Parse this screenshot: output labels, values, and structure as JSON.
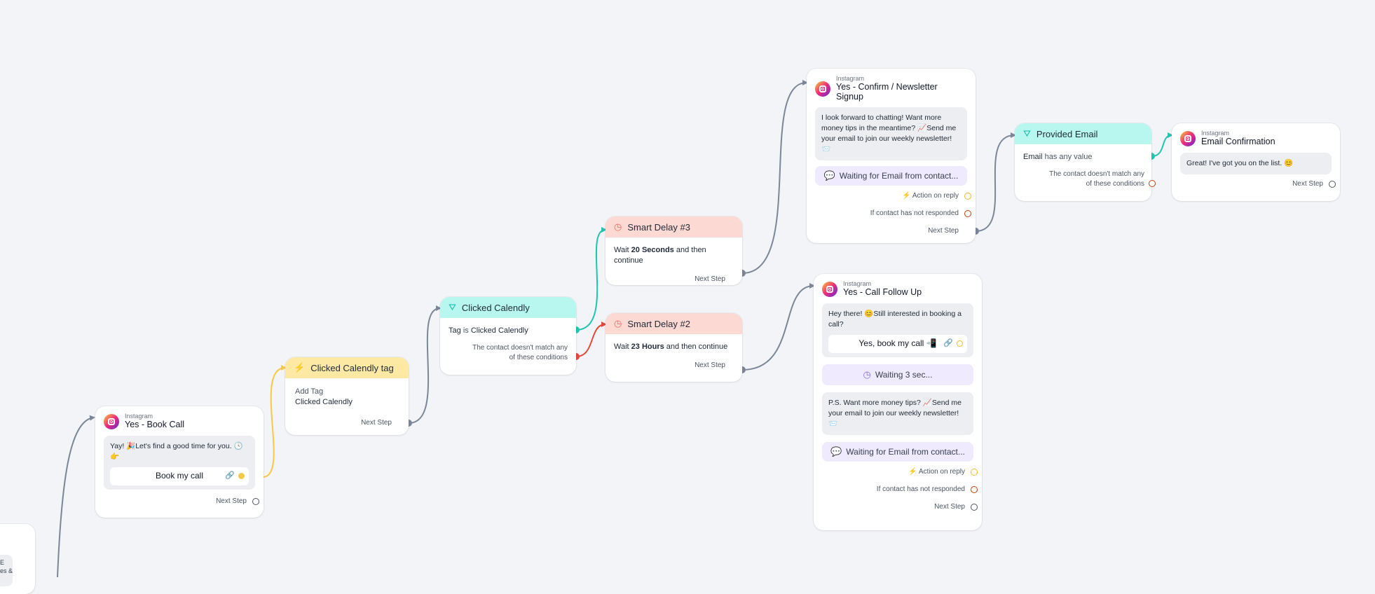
{
  "colors": {
    "background": "#f2f4f7",
    "wire_default": "#7b8798",
    "wire_yellow": "#f5c84b",
    "wire_teal": "#20c5b0",
    "wire_red": "#e3493a"
  },
  "common": {
    "instagram_label": "Instagram",
    "next_step": "Next Step",
    "action_on_reply": "Action on reply",
    "not_responded": "If contact has not responded",
    "else_line1": "The contact doesn't match any",
    "else_line2": "of these conditions"
  },
  "left_partial": {
    "line1": "E",
    "line2": "es &"
  },
  "book_call": {
    "title": "Yes - Book Call",
    "message": "Yay! 🎉Let's find a good time for you. 🕓👉",
    "button": "Book my call"
  },
  "calendly_tag": {
    "title": "Clicked Calendly tag",
    "action": "Add Tag",
    "tag": "Clicked Calendly"
  },
  "calendly_condition": {
    "title": "Clicked Calendly",
    "cond_field": "Tag",
    "cond_op": "is",
    "cond_value": "Clicked Calendly"
  },
  "delay3": {
    "title": "Smart Delay #3",
    "prefix": "Wait",
    "amount": "20 Seconds",
    "suffix": "and then continue"
  },
  "delay2": {
    "title": "Smart Delay #2",
    "prefix": "Wait",
    "amount": "23 Hours",
    "suffix": "and then continue"
  },
  "newsletter": {
    "title": "Yes - Confirm / Newsletter Signup",
    "message": "I look forward to chatting! Want more money tips in the meantime? 📈Send me your email to join our weekly newsletter! 📨",
    "waiting": "Waiting for Email from contact..."
  },
  "call_followup": {
    "title": "Yes - Call Follow Up",
    "message": "Hey there! 😊Still interested in booking a call?",
    "button": "Yes, book my call 📲",
    "wait": "Waiting 3 sec...",
    "message2": "P.S. Want more money tips? 📈Send me your email to join our weekly newsletter! 📨",
    "waiting": "Waiting for Email from contact..."
  },
  "provided_email": {
    "title": "Provided Email",
    "cond_field": "Email",
    "cond_op": "has any value"
  },
  "email_confirm": {
    "title": "Email Confirmation",
    "message": "Great! I've got you on the list. 😊"
  }
}
